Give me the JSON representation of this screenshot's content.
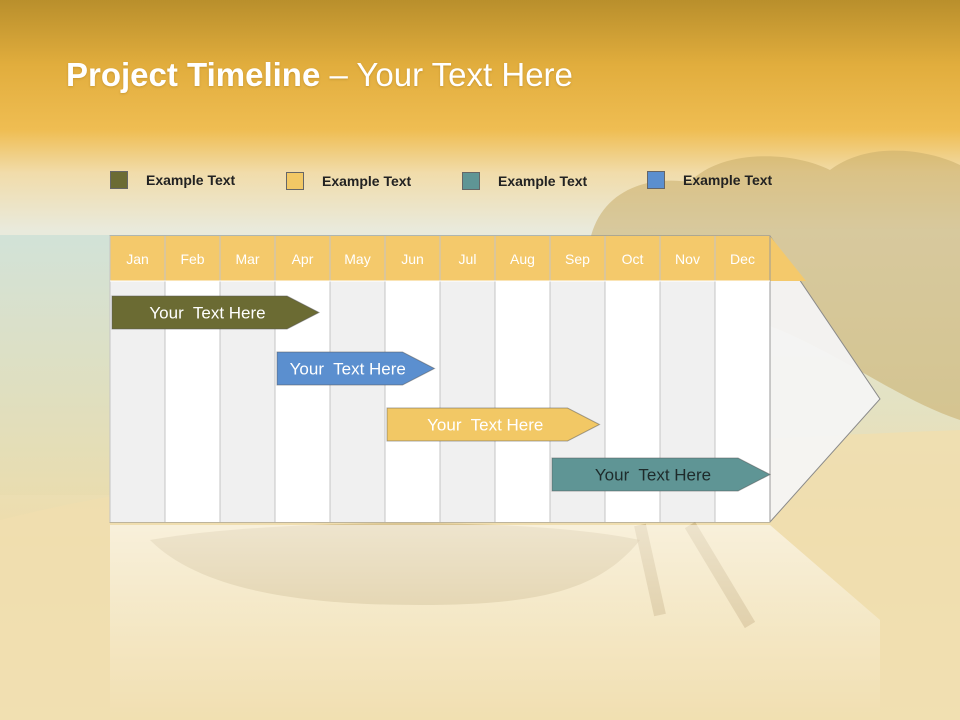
{
  "title": {
    "bold": "Project Timeline",
    "rest": " – Your Text Here"
  },
  "legend": [
    {
      "label": "Example Text",
      "color": "#6b6b33"
    },
    {
      "label": "Example Text",
      "color": "#f2c865"
    },
    {
      "label": "Example Text",
      "color": "#5f9595"
    },
    {
      "label": "Example Text",
      "color": "#5b8fcf"
    }
  ],
  "months": [
    "Jan",
    "Feb",
    "Mar",
    "Apr",
    "May",
    "Jun",
    "Jul",
    "Aug",
    "Sep",
    "Oct",
    "Nov",
    "Dec"
  ],
  "tasks": [
    {
      "label": "Your  Text Here",
      "start": 0,
      "end": 3.8,
      "color": "#6b6b33",
      "text_color": "#ffffff"
    },
    {
      "label": "Your  Text Here",
      "start": 3,
      "end": 5.9,
      "color": "#5b8fcf",
      "text_color": "#ffffff"
    },
    {
      "label": "Your  Text Here",
      "start": 5,
      "end": 8.9,
      "color": "#f2c865",
      "text_color": "#ffffff"
    },
    {
      "label": "Your  Text Here",
      "start": 8,
      "end": 12,
      "color": "#5f9595",
      "text_color": "#1e2b2b"
    }
  ],
  "colors": {
    "header": "#f4c96b",
    "shaded_column": "#f0f0f0",
    "column": "#ffffff",
    "grid": "#c4c4c4"
  }
}
